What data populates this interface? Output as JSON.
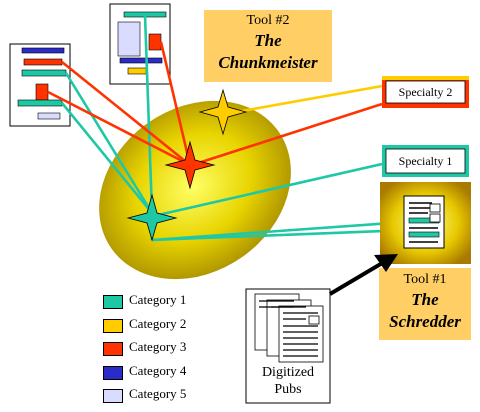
{
  "colors": {
    "category1": "#1fc8a4",
    "category2": "#ffcc00",
    "category3": "#ff3300",
    "category4": "#2b2bc8",
    "category5": "#d9dcff",
    "tool_box": "#ffcf66",
    "blob_center": "#ffff55",
    "blob_edge": "#b8a000"
  },
  "tool2": {
    "label": "Tool #2",
    "name_line1": "The",
    "name_line2": "Chunkmeister"
  },
  "tool1": {
    "label": "Tool #1",
    "name_line1": "The",
    "name_line2": "Schredder"
  },
  "specialty2": {
    "label": "Specialty 2"
  },
  "specialty1": {
    "label": "Specialty 1"
  },
  "pubs": {
    "line1": "Digitized",
    "line2": "Pubs"
  },
  "legend": [
    {
      "label": "Category 1",
      "color": "#1fc8a4"
    },
    {
      "label": "Category 2",
      "color": "#ffcc00"
    },
    {
      "label": "Category 3",
      "color": "#ff3300"
    },
    {
      "label": "Category 4",
      "color": "#2b2bc8"
    },
    {
      "label": "Category 5",
      "color": "#d9dcff"
    }
  ]
}
